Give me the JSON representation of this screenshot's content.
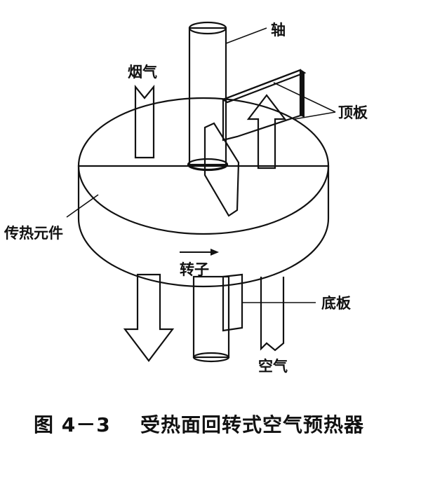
{
  "labels": {
    "shaft": "轴",
    "flue_gas": "烟气",
    "top_plate": "顶板",
    "heat_element": "传热元件",
    "rotor": "转子",
    "bottom_plate": "底板",
    "air": "空气"
  },
  "caption": {
    "figure_number": "图 4－3",
    "title": "受热面回转式空气预热器"
  }
}
